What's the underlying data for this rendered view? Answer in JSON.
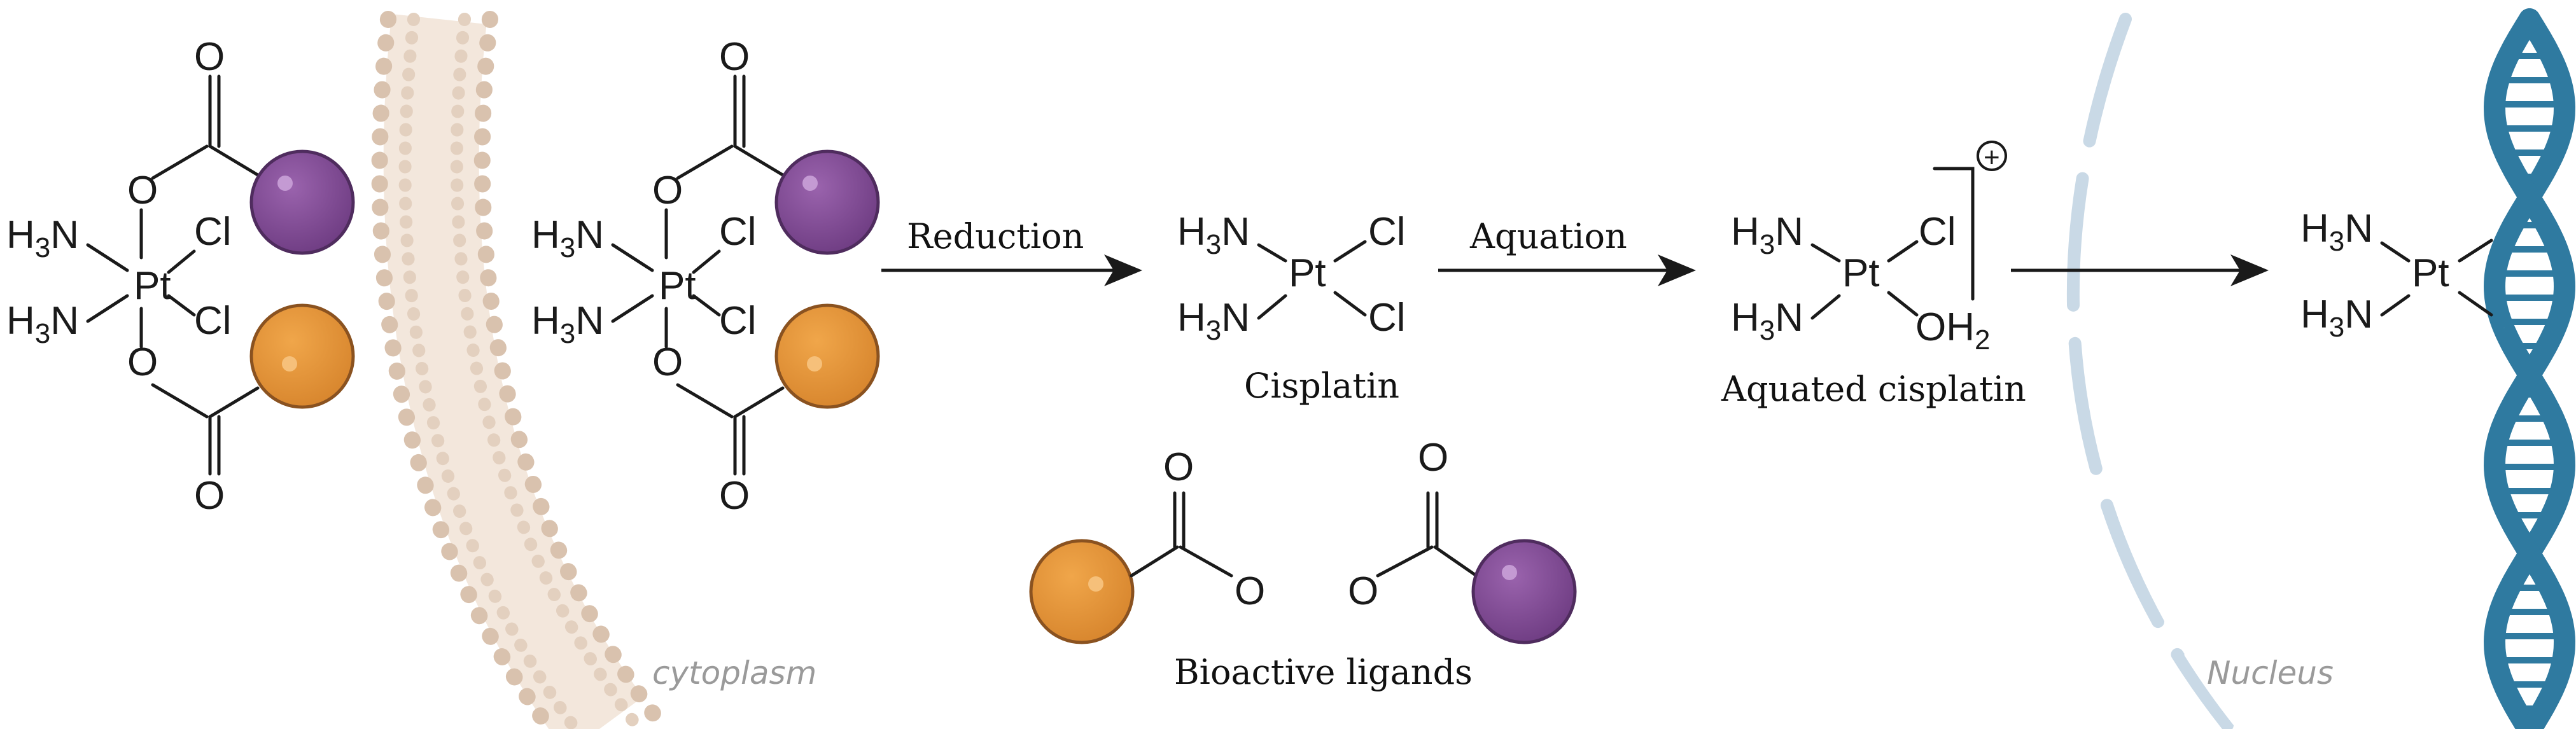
{
  "labels": {
    "reduction": "Reduction",
    "aquation": "Aquation",
    "cisplatin": "Cisplatin",
    "aquated_cisplatin": "Aquated cisplatin",
    "bioactive_ligands": "Bioactive ligands",
    "cytoplasm": "cytoplasm",
    "nucleus": "Nucleus"
  },
  "atoms": {
    "pt": "Pt",
    "h3n_h": "H",
    "h3n_3": "3",
    "h3n_n": "N",
    "cl": "Cl",
    "o": "O",
    "oh2_oh": "OH",
    "oh2_2": "2",
    "charge": "+"
  },
  "colors": {
    "ligand_purple": "#7d4a91",
    "ligand_orange": "#e0933a",
    "membrane": "#e8d6c6",
    "nuclear_envelope": "#c9d9e6",
    "dna": "#2f7aa0"
  }
}
